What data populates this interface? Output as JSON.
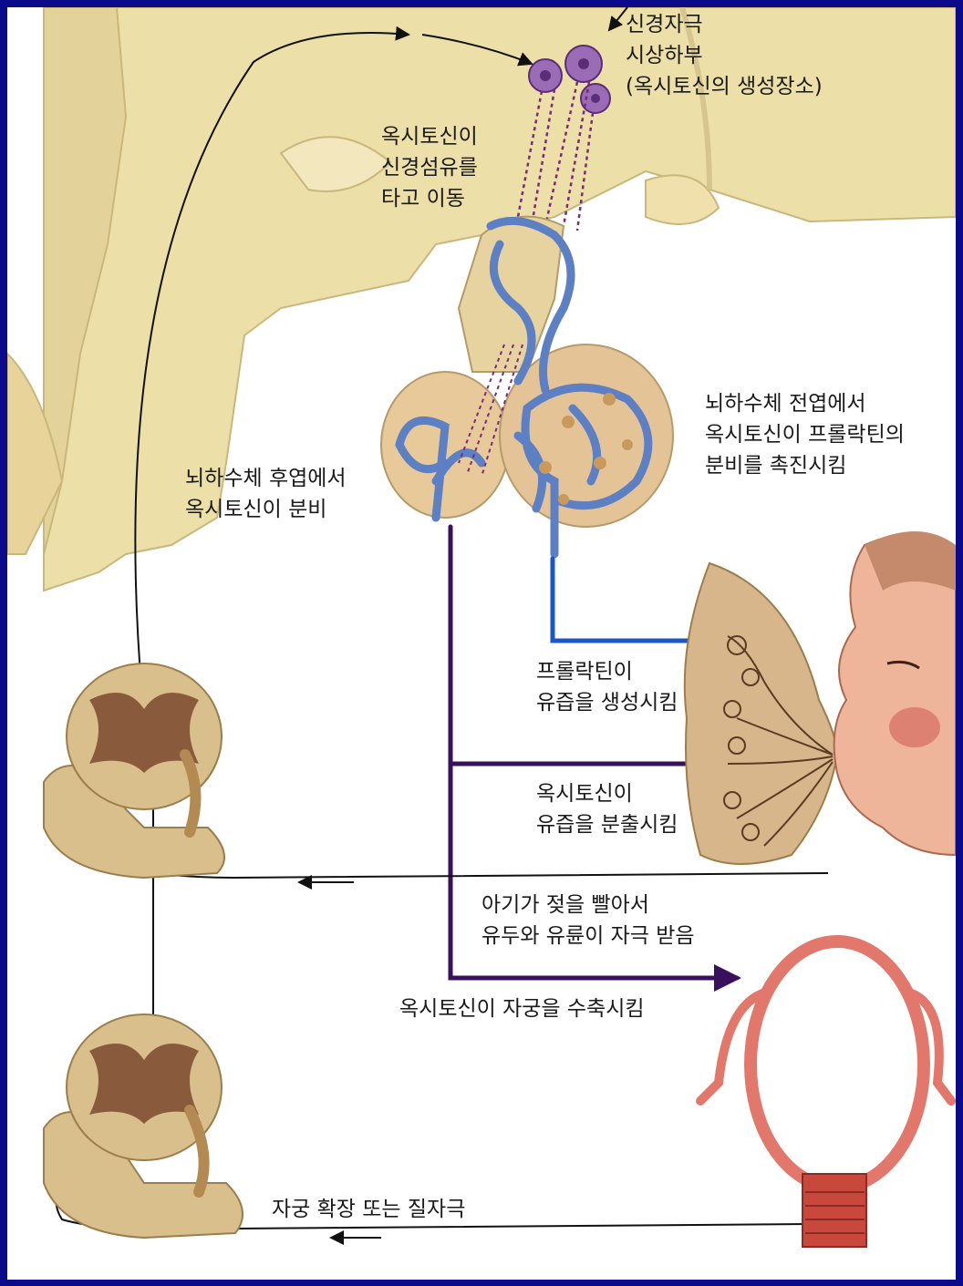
{
  "labels": {
    "hypothalamus": [
      "신경자극",
      "시상하부",
      "(옥시토신의 생성장소)"
    ],
    "transport": [
      "옥시토신이",
      "신경섬유를",
      "타고 이동"
    ],
    "anterior": [
      "뇌하수체 전엽에서",
      "옥시토신이 프롤락틴의",
      "분비를 촉진시킴"
    ],
    "posterior": [
      "뇌하수체 후엽에서",
      "옥시토신이 분비"
    ],
    "prolactin": [
      "프롤락틴이",
      "유즙을 생성시킴"
    ],
    "ejection": [
      "옥시토신이",
      "유즙을 분출시킴"
    ],
    "suckling": [
      "아기가 젖을 빨아서",
      "유두와 유륜이 자극 받음"
    ],
    "uterus": [
      "옥시토신이 자궁을 수축시킴"
    ],
    "stretch": [
      "자궁 확장 또는 질자극"
    ]
  },
  "colors": {
    "frame": "#0a0a8a",
    "brain": "#eddfa8",
    "vessel": "#5d7fc4",
    "nerve_fiber": "#7a2a7a",
    "prolactin_arrow": "#1a56c8",
    "oxytocin_arrow": "#3a0f5c",
    "uterus": "#e2786c",
    "breast": "#d8b68c",
    "spinal_cord": "#d9bf8c",
    "grey_matter": "#8a5a3c"
  }
}
